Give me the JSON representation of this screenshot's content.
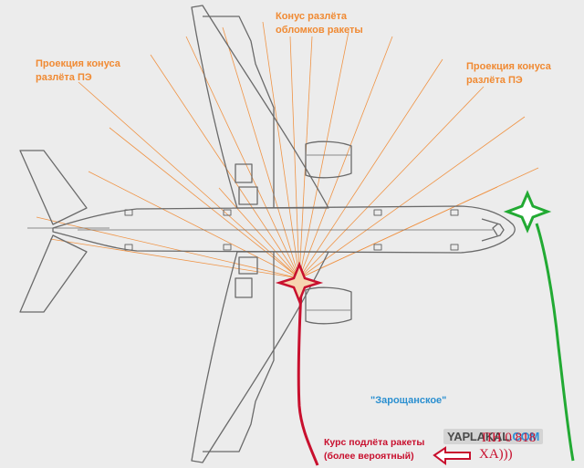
{
  "labels": {
    "cone_top_line1": "Конус разлёта",
    "cone_top_line2": "обломков ракеты",
    "left_line1": "Проекция конуса",
    "left_line2": "разлёта ПЭ",
    "right_line1": "Проекция конуса",
    "right_line2": "разлёта ПЭ",
    "village": "\"Зарощанское\"",
    "course_line1": "Курс подлёта ракеты",
    "course_line2": "(более вероятный)",
    "flight": "ПН 0 818",
    "laugh": "ХА)))"
  },
  "watermark": {
    "main": "YAPLAKAL",
    "suffix": ".COM"
  },
  "colors": {
    "outline": "#6a6a6a",
    "ray": "#f08a33",
    "impact": "#c8102e",
    "alt_track": "#22aa33",
    "label": "#f08a33",
    "village": "#2a8fd0"
  },
  "icons": {
    "impact_marker": "star-icon",
    "alt_marker": "star-icon",
    "arrow": "arrow-left-icon"
  }
}
